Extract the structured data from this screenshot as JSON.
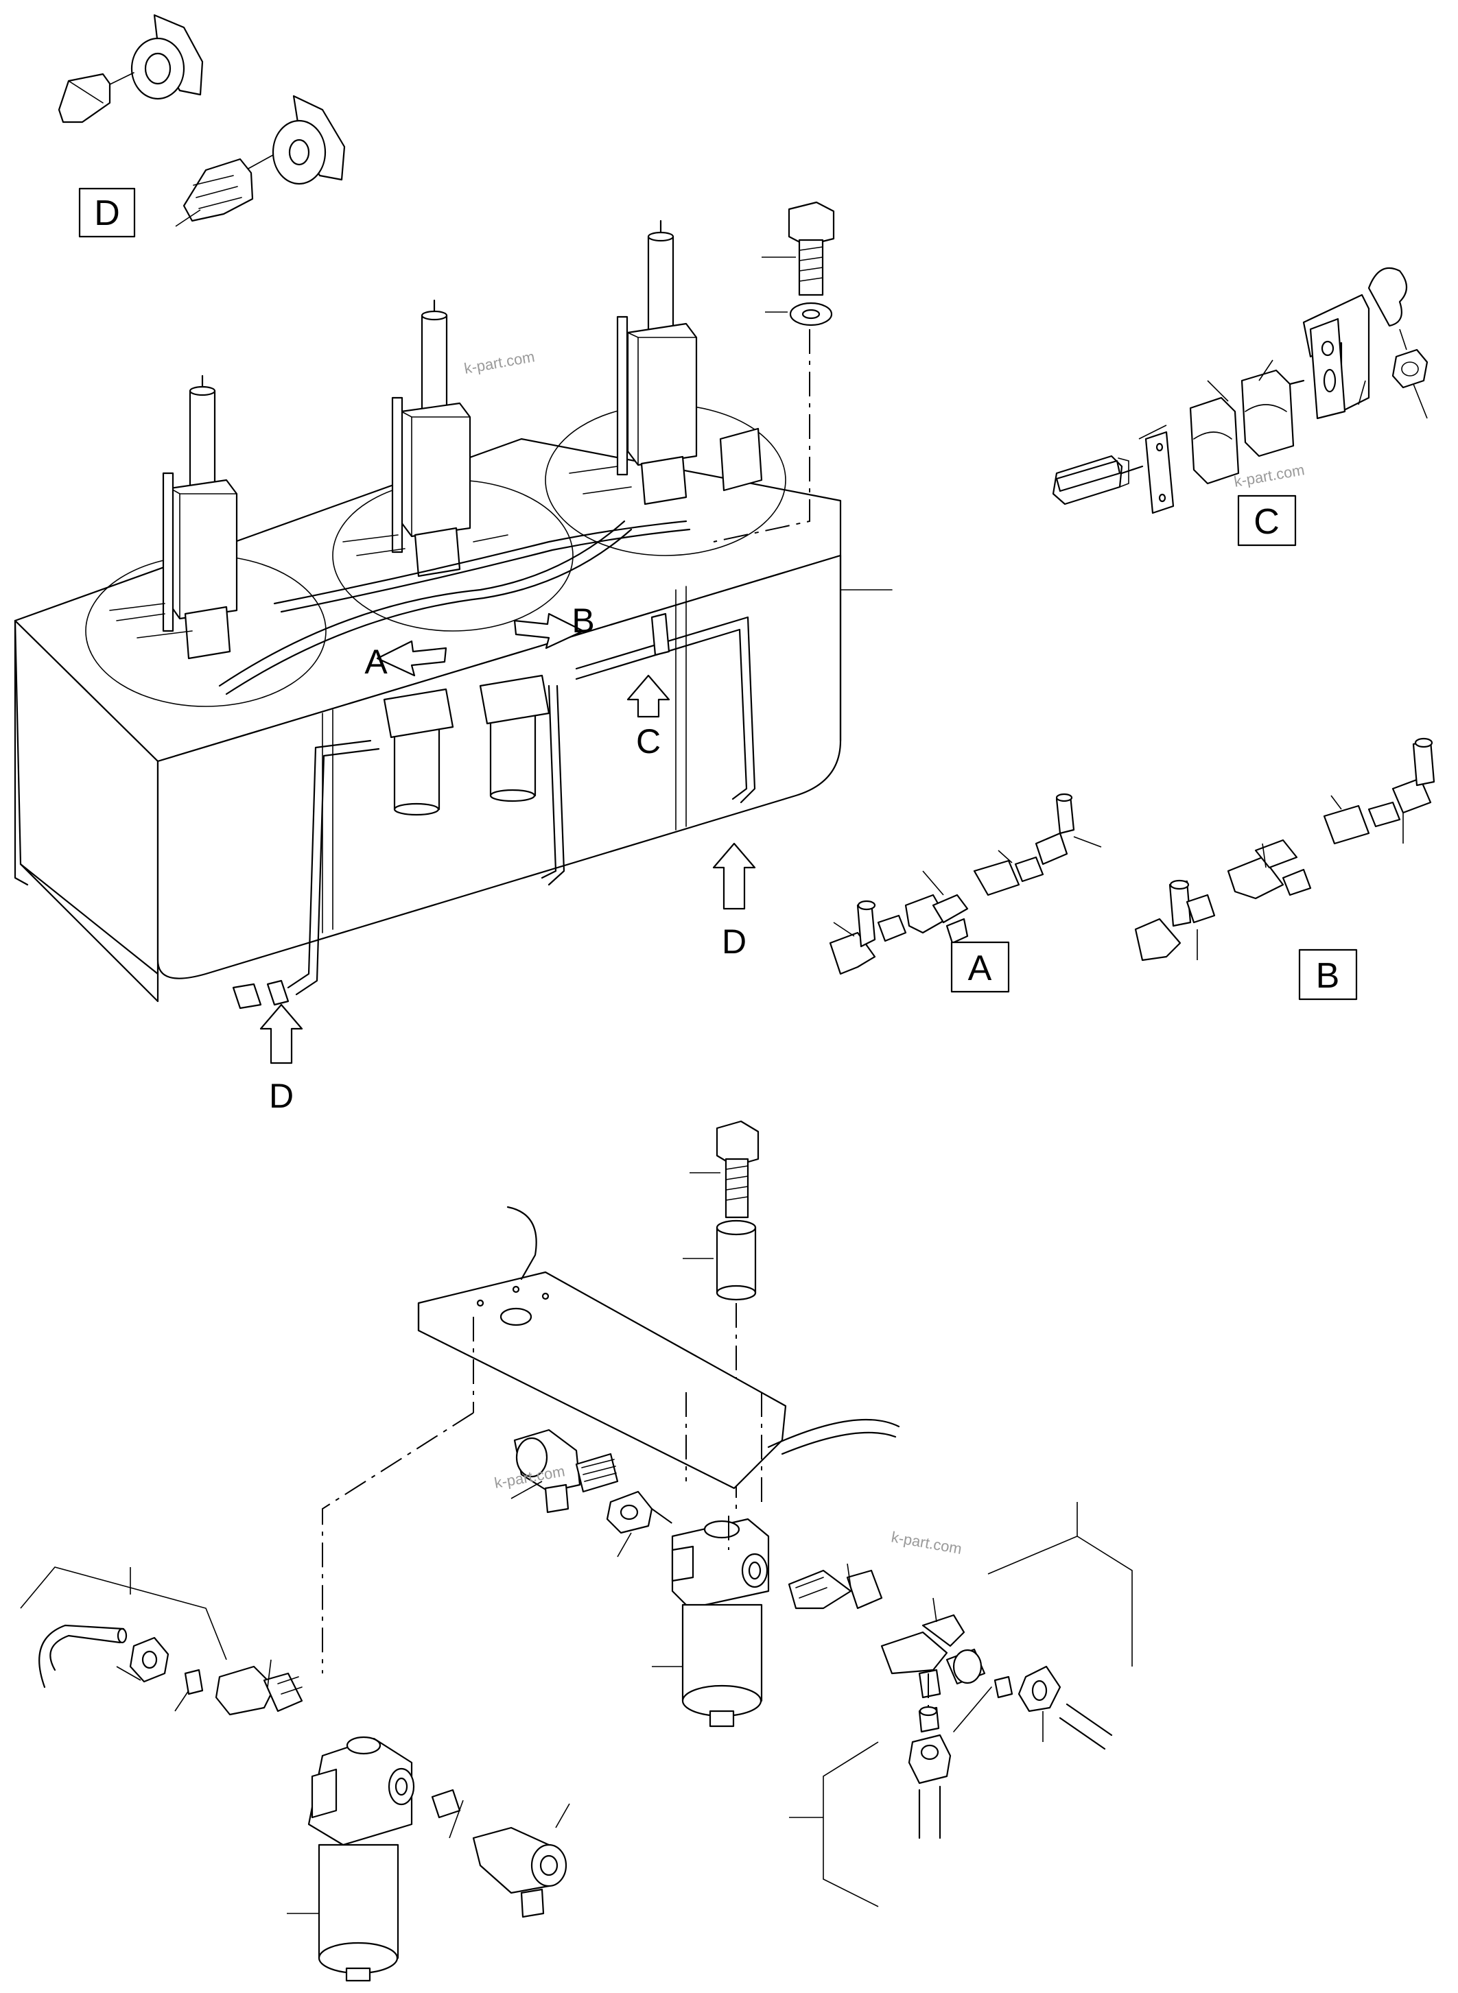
{
  "labels": {
    "A": "A",
    "B": "B",
    "C": "C",
    "D": "D"
  },
  "watermark": "k-part.com",
  "colors": {
    "line": "#000000",
    "background": "#ffffff",
    "watermark": "#9a9a9a"
  }
}
